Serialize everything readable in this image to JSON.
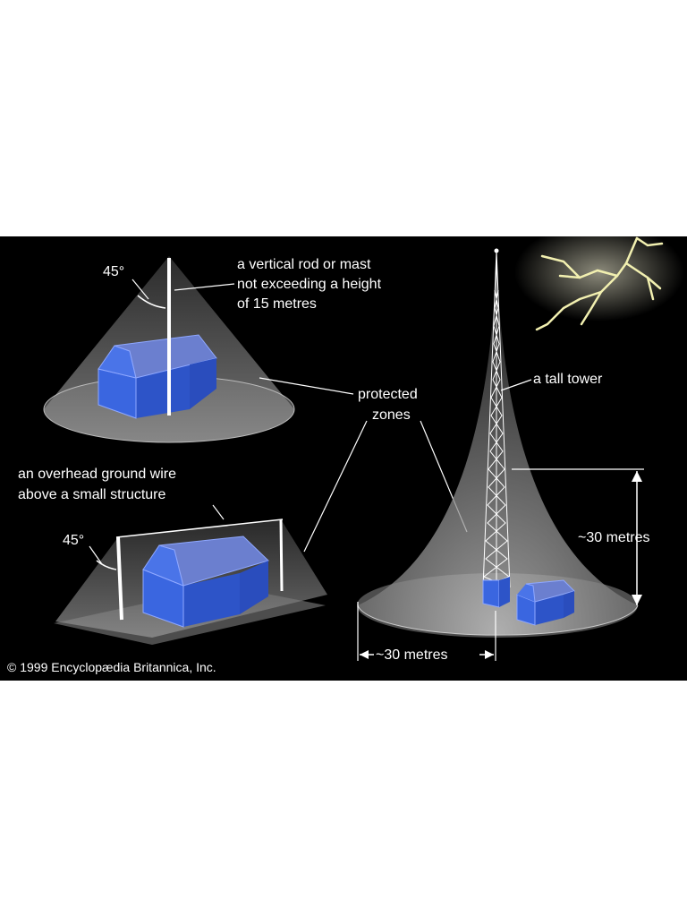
{
  "labels": {
    "angle_rod": "45°",
    "rod_line1": "a vertical rod or mast",
    "rod_line2": "not exceeding a height",
    "rod_line3": "of 15 metres",
    "protected_line1": "protected",
    "protected_line2": "zones",
    "tall_tower": "a tall tower",
    "wire_line1": "an overhead ground wire",
    "wire_line2": "above a small structure",
    "angle_wire": "45°",
    "height_dim": "~30 metres",
    "width_dim": "~30 metres",
    "copyright": "© 1999 Encyclopædia Britannica, Inc."
  },
  "colors": {
    "background": "#000000",
    "ground": "#4d4d4d",
    "cone": "#8a8a8a",
    "house_front": "#3a66e0",
    "house_side": "#2d54c8",
    "roof": "#6b7fcf",
    "lightning": "#f2f0b0"
  }
}
